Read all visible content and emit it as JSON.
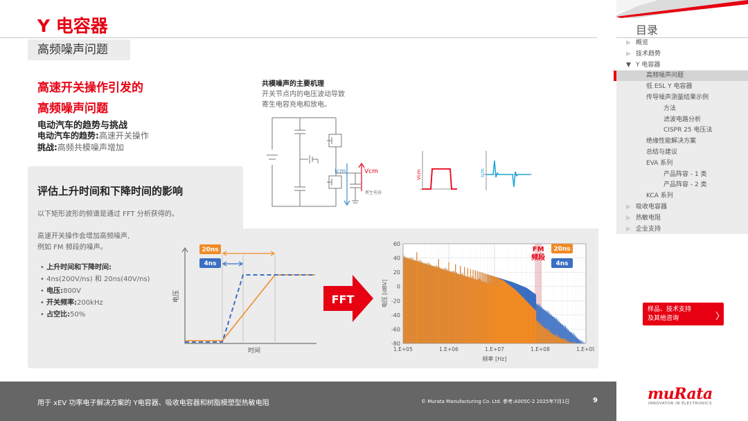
{
  "slide": {
    "title": "Y 电容器",
    "subtitle": "高频噪声问题",
    "headline_l1": "高速开关操作引发的",
    "headline_l2": "高频噪声问题",
    "trend_title": "电动汽车的趋势与挑战",
    "trend_label": "电动汽车的趋势:",
    "trend_value": "高速开关操作",
    "challenge_label": "挑战:",
    "challenge_value": "高频共模噪声增加",
    "mech_title": "共模噪声的主要机理",
    "mech_l1": "开关节点内的电压波动导致",
    "mech_l2": "寄生电容充电和放电。",
    "circuit": {
      "icm": "Icm",
      "vcm": "Vcm",
      "parasitic": "寄生电容"
    },
    "wave_vcm_label": "Vcm",
    "wave_icm_label": "Icm",
    "eval_title": "评估上升时间和下降时间的影响",
    "eval_desc": "以下矩形波形的频谱是通过 FFT 分析获得的。",
    "eval_hs1": "高速开关操作会增加高频噪声,",
    "eval_hs2": "例如 FM 频段的噪声。",
    "bullets": [
      {
        "label": "上升时间和下降时间:",
        "value": ""
      },
      {
        "label": "",
        "value": "4ns(200V/ns) 和 20ns(40V/ns)"
      },
      {
        "label": "电压:",
        "value": "800V"
      },
      {
        "label": "开关频率:",
        "value": "200kHz"
      },
      {
        "label": "占空比:",
        "value": "50%"
      }
    ],
    "fft_label": "FFT"
  },
  "time_chart": {
    "tag_20": "20ns",
    "tag_4": "4ns",
    "ylabel": "电压",
    "xlabel": "时间",
    "colors": {
      "ns20": "#f08a24",
      "ns4": "#3b6fc2"
    }
  },
  "chart_data": {
    "type": "area",
    "xlabel": "频率 [Hz]",
    "ylabel": "电压 [dBV]",
    "x_scale": "log",
    "x_ticks": [
      "1.E+05",
      "1.E+06",
      "1.E+07",
      "1.E+08",
      "1.E+09"
    ],
    "y_ticks": [
      "60",
      "40",
      "20",
      "0",
      "-20",
      "-40",
      "-60",
      "-80"
    ],
    "ylim": [
      -80,
      60
    ],
    "xlim": [
      100000,
      1000000000
    ],
    "fm_band_label_1": "FM",
    "fm_band_label_2": "频段",
    "fm_band": [
      76000000,
      108000000
    ],
    "legend": [
      "20ns",
      "4ns"
    ],
    "series": [
      {
        "name": "4ns",
        "color": "#3b6fc2",
        "envelope_x": [
          100000,
          1000000,
          10000000,
          25000000,
          50000000,
          100000000,
          200000000,
          1000000000
        ],
        "envelope_y": [
          50,
          30,
          10,
          2,
          -6,
          -20,
          -35,
          -75
        ]
      },
      {
        "name": "20ns",
        "color": "#f08a24",
        "envelope_x": [
          100000,
          1000000,
          10000000,
          16000000,
          30000000,
          60000000,
          100000000,
          200000000,
          1000000000
        ],
        "envelope_y": [
          50,
          30,
          10,
          4,
          -10,
          -30,
          -45,
          -60,
          -80
        ]
      }
    ]
  },
  "toc": {
    "title": "目录",
    "items": [
      {
        "label": "概览",
        "level": 0,
        "arrow": "▶"
      },
      {
        "label": "技术趋势",
        "level": 0,
        "arrow": "▶"
      },
      {
        "label": "Y 电容器",
        "level": 0,
        "arrow": "▼"
      },
      {
        "label": "高频噪声问题",
        "level": 1,
        "arrow": ""
      },
      {
        "label": "低 ESL Y 电容器",
        "level": 1,
        "arrow": ""
      },
      {
        "label": "传导噪声测量结果示例",
        "level": 1,
        "arrow": ""
      },
      {
        "label": "方法",
        "level": 2,
        "arrow": ""
      },
      {
        "label": "滤波电路分析",
        "level": 2,
        "arrow": ""
      },
      {
        "label": "CISPR 25 电压法",
        "level": 2,
        "arrow": ""
      },
      {
        "label": "绝缘性能解决方案",
        "level": 1,
        "arrow": ""
      },
      {
        "label": "总结与建议",
        "level": 1,
        "arrow": ""
      },
      {
        "label": "EVA 系列",
        "level": 1,
        "arrow": ""
      },
      {
        "label": "产品阵容 - 1 类",
        "level": 2,
        "arrow": ""
      },
      {
        "label": "产品阵容 - 2 类",
        "level": 2,
        "arrow": ""
      },
      {
        "label": "KCA 系列",
        "level": 1,
        "arrow": ""
      },
      {
        "label": "吸收电容器",
        "level": 0,
        "arrow": "▶"
      },
      {
        "label": "热敏电阻",
        "level": 0,
        "arrow": "▶"
      },
      {
        "label": "企业支持",
        "level": 0,
        "arrow": "▶"
      }
    ],
    "sample_l1": "样品、技术支持",
    "sample_l2": "及其他咨询",
    "sample_arrow": "〉"
  },
  "footer": {
    "left": "用于 xEV 功率电子解决方案的 Y电容器、吸收电容器和树脂模塑型热敏电阻",
    "right": "© Murata Manufacturing Co. Ltd.  参考:A005C-2  2025年7月1日",
    "page": "9"
  },
  "brand": {
    "logo": "muRata",
    "tagline": "INNOVATOR IN ELECTRONICS",
    "accent": "#e60012"
  }
}
